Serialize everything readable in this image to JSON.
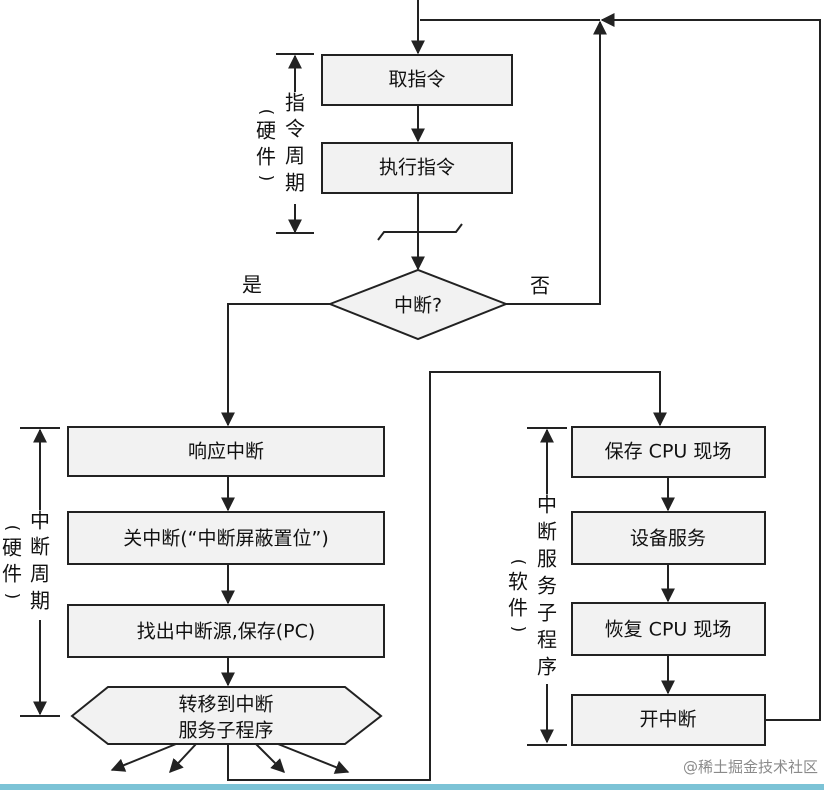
{
  "boxes": {
    "fetch": "取指令",
    "execute": "执行指令",
    "decision": "中断?",
    "respond": "响应中断",
    "disable": "关中断(“中断屏蔽置位”)",
    "find_source": "找出中断源,保存(PC)",
    "transfer_line1": "转移到中断",
    "transfer_line2": "服务子程序",
    "save_cpu": "保存 CPU 现场",
    "device_service": "设备服务",
    "restore_cpu": "恢复 CPU 现场",
    "enable": "开中断"
  },
  "branches": {
    "yes": "是",
    "no": "否"
  },
  "side_labels": {
    "instruction_cycle": [
      "指",
      "令",
      "周",
      "期"
    ],
    "instruction_hw": [
      "(",
      "硬",
      "件",
      ")"
    ],
    "interrupt_cycle": [
      "中",
      "断",
      "周",
      "期"
    ],
    "interrupt_hw": [
      "(",
      "硬",
      "件",
      ")"
    ],
    "isr": [
      "中",
      "断",
      "服",
      "务",
      "子",
      "程",
      "序"
    ],
    "isr_sw": [
      "(",
      "软",
      "件",
      ")"
    ]
  },
  "watermark": "@稀土掘金技术社区"
}
